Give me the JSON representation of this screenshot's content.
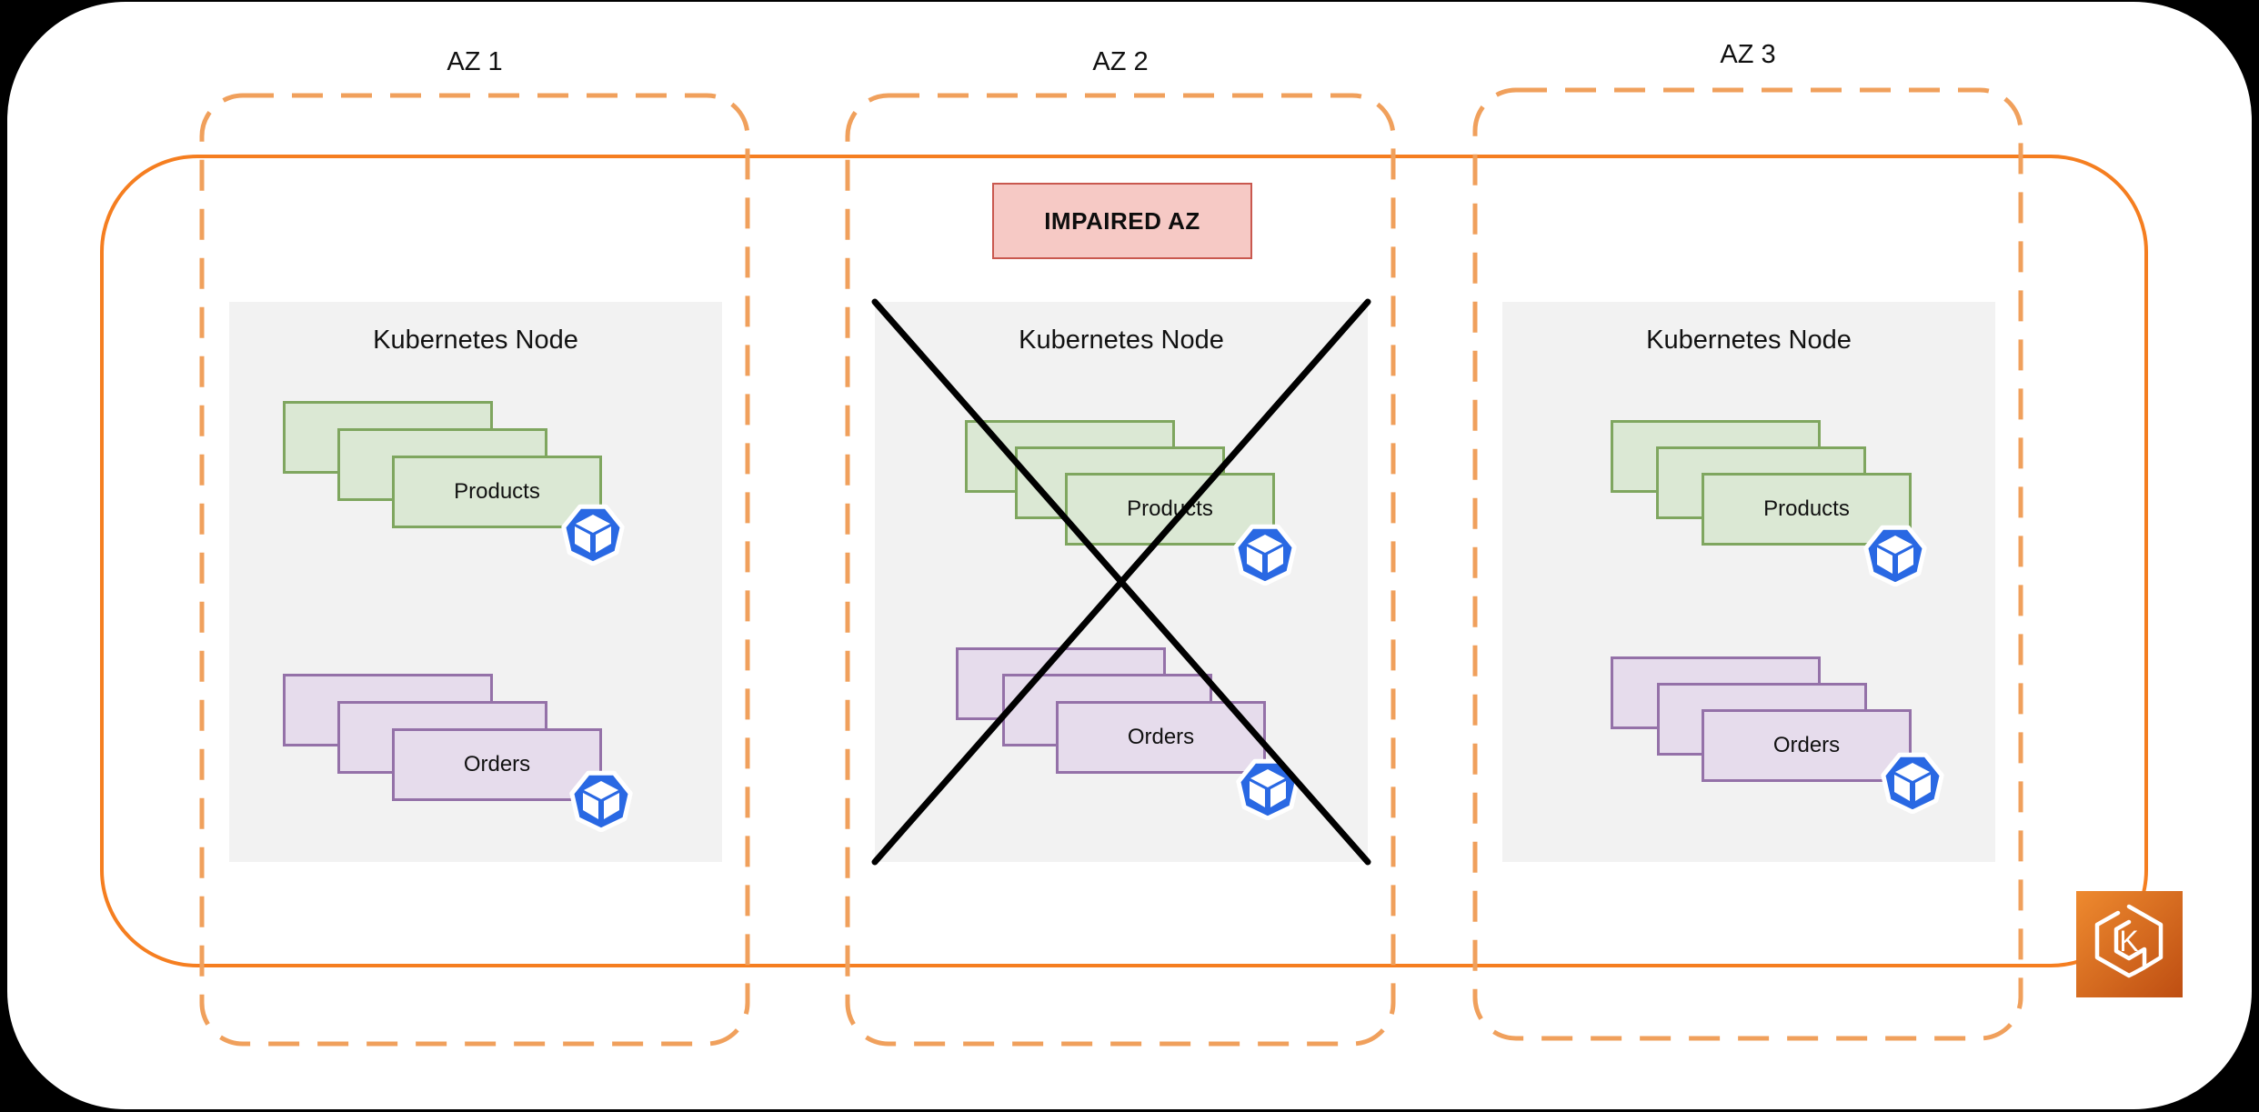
{
  "zones": [
    {
      "label": "AZ 1",
      "node": {
        "title": "Kubernetes Node",
        "products_label": "Products",
        "orders_label": "Orders"
      }
    },
    {
      "label": "AZ 2",
      "impaired_badge": "IMPAIRED AZ",
      "node": {
        "title": "Kubernetes Node",
        "products_label": "Products",
        "orders_label": "Orders"
      }
    },
    {
      "label": "AZ 3",
      "node": {
        "title": "Kubernetes Node",
        "products_label": "Products",
        "orders_label": "Orders"
      }
    }
  ],
  "icons": {
    "pod": "kubernetes-pod",
    "eks": "amazon-eks",
    "eks_letter": "K"
  },
  "colors": {
    "az_boundary_dashed": "#F0A05C",
    "cluster_boundary_solid": "#F57E20",
    "node_background": "#F2F2F2",
    "products_fill": "#DBE8D4",
    "products_border": "#7FA65F",
    "orders_fill": "#E6DCEC",
    "orders_border": "#9471A8",
    "badge_background": "#F6C9C5",
    "badge_border": "#C9584F",
    "pod_icon_blue": "#2968E3",
    "eks_gradient_start": "#EE8A2F",
    "eks_gradient_end": "#BE4E12",
    "cross_out": "#000000"
  }
}
